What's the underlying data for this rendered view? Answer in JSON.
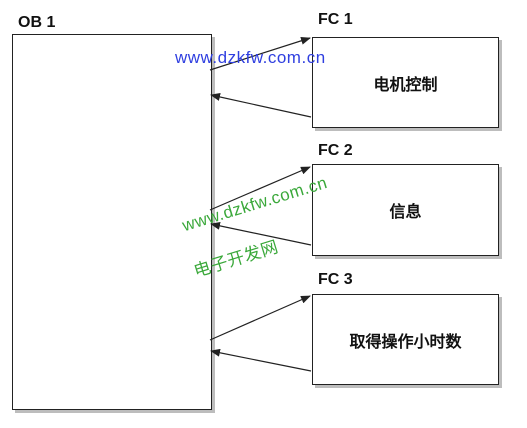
{
  "main_block": {
    "label": "OB 1"
  },
  "functions": [
    {
      "label": "FC 1",
      "text": "电机控制"
    },
    {
      "label": "FC 2",
      "text": "信息"
    },
    {
      "label": "FC 3",
      "text": "取得操作小时数"
    }
  ],
  "watermarks": {
    "top": "www.dzkfw.com.cn",
    "middle_line1": "www.dzkfw.com.cn",
    "middle_line2": "电子开发网"
  },
  "colors": {
    "watermark_blue": "#2f3fe0",
    "watermark_green": "#3aa83a"
  }
}
